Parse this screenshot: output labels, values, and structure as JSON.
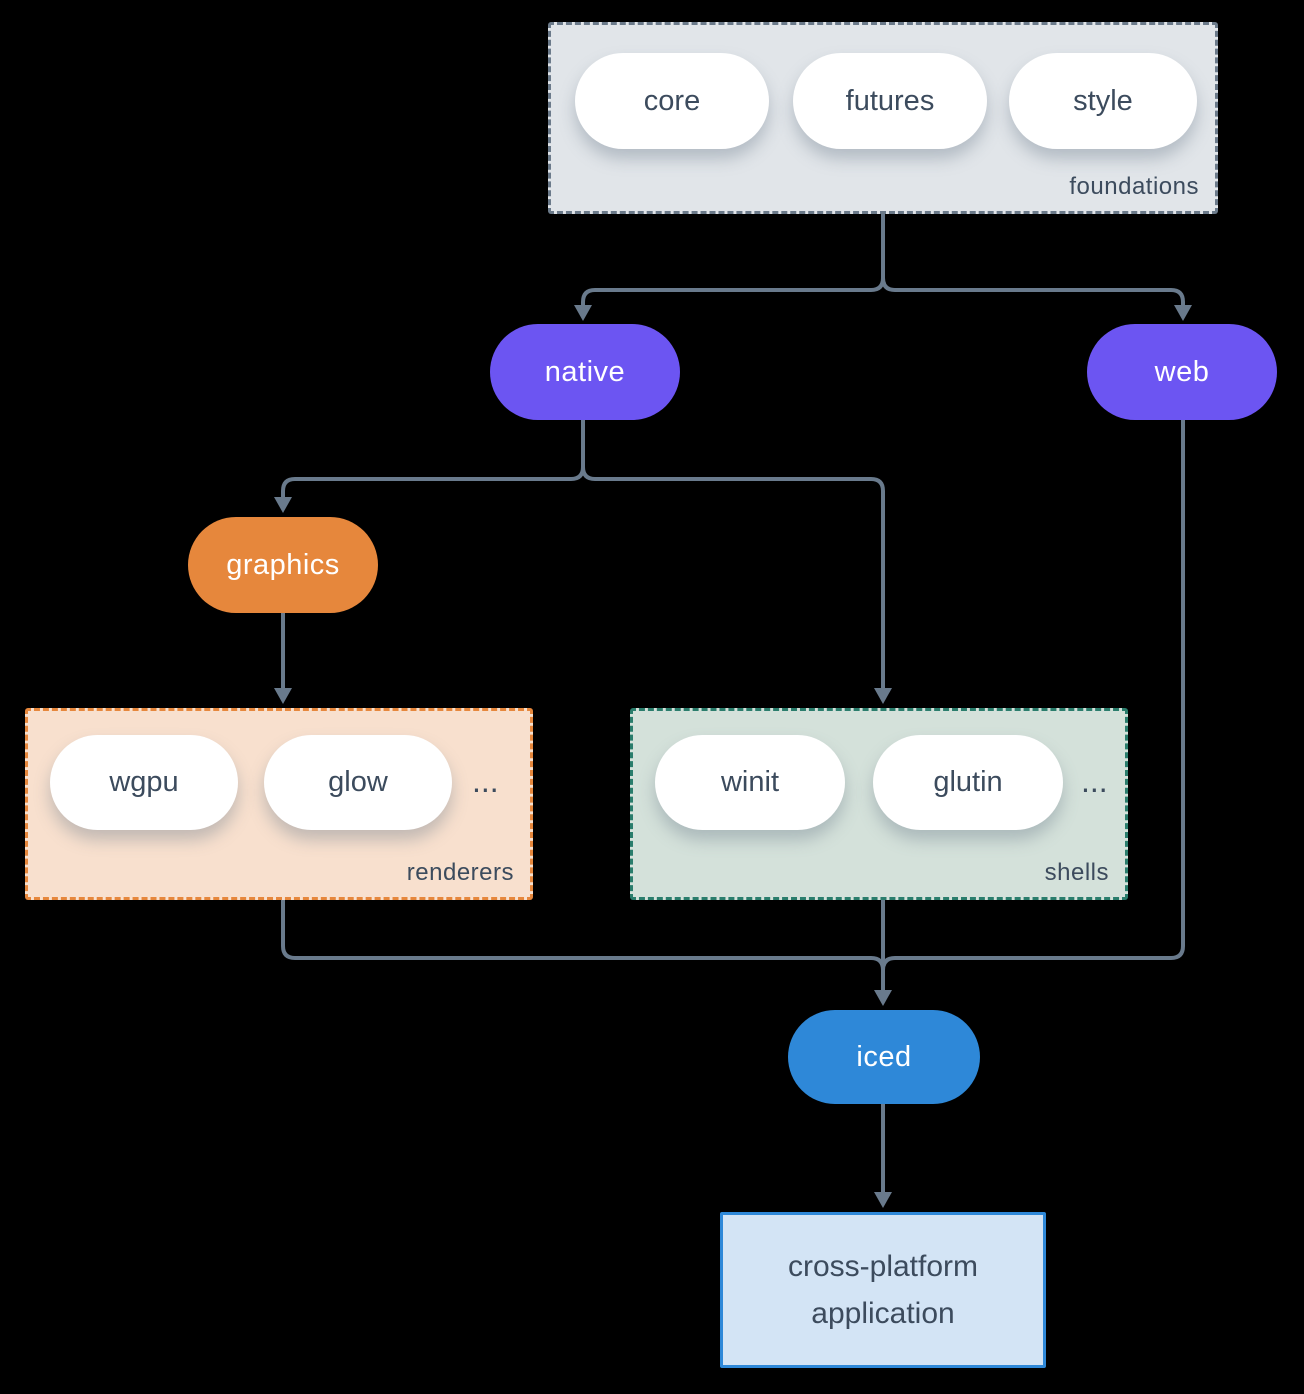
{
  "canvas": {
    "background": "#000000",
    "edge_color": "#697A8C"
  },
  "foundations": {
    "label": "foundations",
    "items": [
      "core",
      "futures",
      "style"
    ],
    "fill": "#E1E5E9",
    "border_color": "#6B7A8A"
  },
  "native": {
    "label": "native",
    "fill": "#6C55F2"
  },
  "web": {
    "label": "web",
    "fill": "#6C55F2"
  },
  "graphics": {
    "label": "graphics",
    "fill": "#E6873C"
  },
  "renderers": {
    "label": "renderers",
    "items": [
      "wgpu",
      "glow"
    ],
    "more": "...",
    "fill": "#F8E0CE",
    "border_color": "#E6873C"
  },
  "shells": {
    "label": "shells",
    "items": [
      "winit",
      "glutin"
    ],
    "more": "...",
    "fill": "#D4E1DA",
    "border_color": "#2A7D6C"
  },
  "iced": {
    "label": "iced",
    "fill": "#2E88D8"
  },
  "application": {
    "label": "cross-platform application",
    "line1": "cross-platform",
    "line2": "application",
    "fill": "#D3E4F5",
    "border_color": "#2E88D8"
  }
}
